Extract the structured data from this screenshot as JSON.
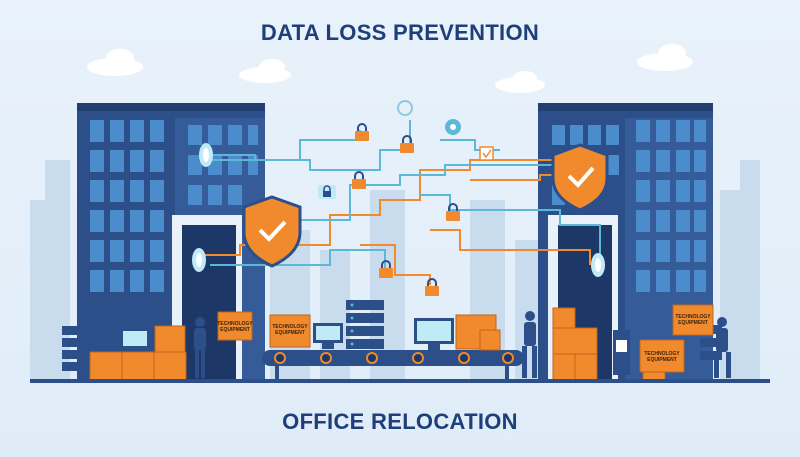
{
  "header": {
    "title": "DATA LOSS PREVENTION"
  },
  "footer": {
    "title": "OFFICE RELOCATION"
  },
  "boxes": {
    "label_line1": "TECHNOLOGY",
    "label_line2": "EQUIPMENT"
  },
  "colors": {
    "accent_orange": "#f08a2c",
    "building_blue": "#2c4f8a",
    "window_blue": "#4a8ccc",
    "line_teal": "#5bb8d6",
    "title_navy": "#1f3f7a",
    "background": "#e4eff9"
  },
  "icons": [
    "shield-check-icon",
    "padlock-icon",
    "server-rack-icon",
    "monitor-icon",
    "cloud-icon",
    "gear-icon",
    "checkbox-icon",
    "conveyor-belt-icon",
    "worker-icon"
  ]
}
